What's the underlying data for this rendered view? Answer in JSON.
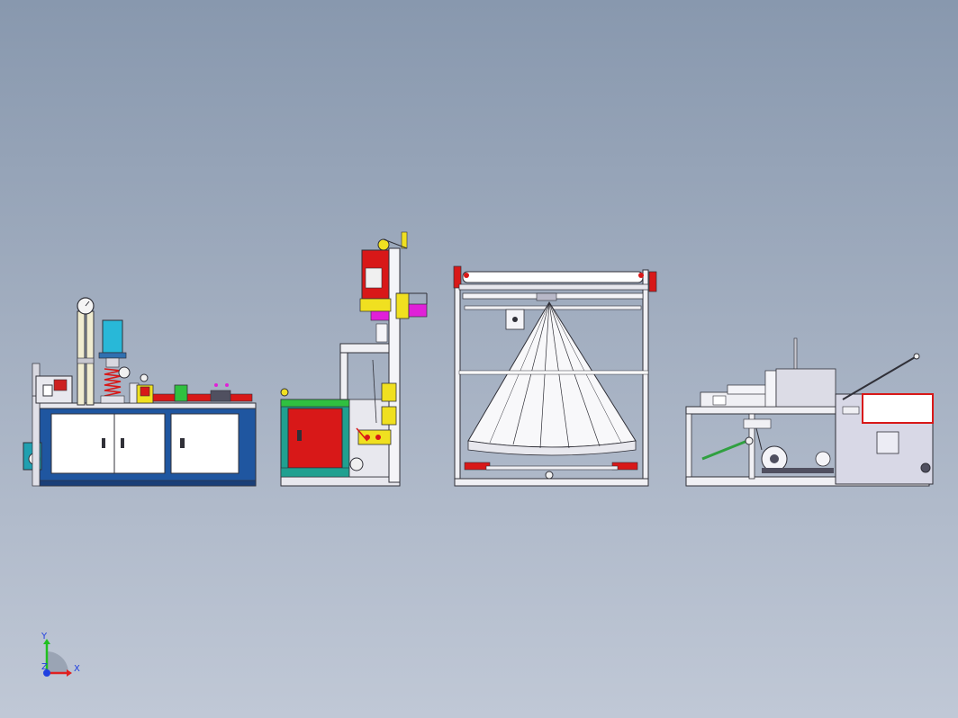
{
  "viewport": {
    "background_top": "#8898ae",
    "background_bottom": "#c0c8d6"
  },
  "views": [
    {
      "id": "front-view",
      "description_icon": "machine-front-view"
    },
    {
      "id": "side-view",
      "description_icon": "machine-side-view"
    },
    {
      "id": "winder-view",
      "description_icon": "cone-winder-view"
    },
    {
      "id": "rear-view",
      "description_icon": "machine-rear-view"
    }
  ],
  "colors": {
    "cabinet_blue": "#1f56a0",
    "cabinet_white": "#ffffff",
    "motor_cyan": "#28b8d8",
    "red": "#d81818",
    "yellow": "#f0e020",
    "magenta": "#e020d8",
    "green": "#30c040",
    "teal": "#20a090",
    "frame_grey": "#e4e4ea",
    "line": "#303038"
  },
  "triad": {
    "x_label": "X",
    "y_label": "Y",
    "z_label": "Z",
    "x_color": "#e02020",
    "y_color": "#20c020",
    "z_color": "#2040e0"
  }
}
